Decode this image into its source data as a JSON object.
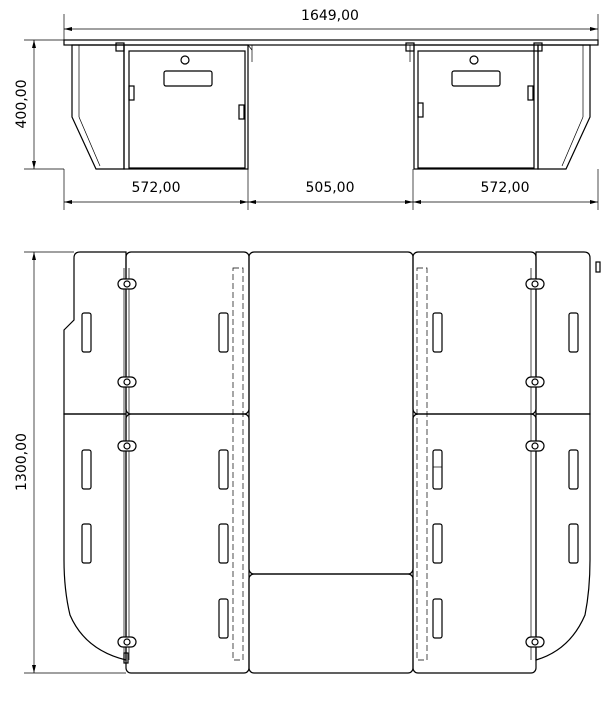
{
  "dimensions": {
    "overall_width": "1649,00",
    "height_front": "400,00",
    "left_width": "572,00",
    "middle_width": "505,00",
    "right_width": "572,00",
    "depth": "1300,00"
  }
}
